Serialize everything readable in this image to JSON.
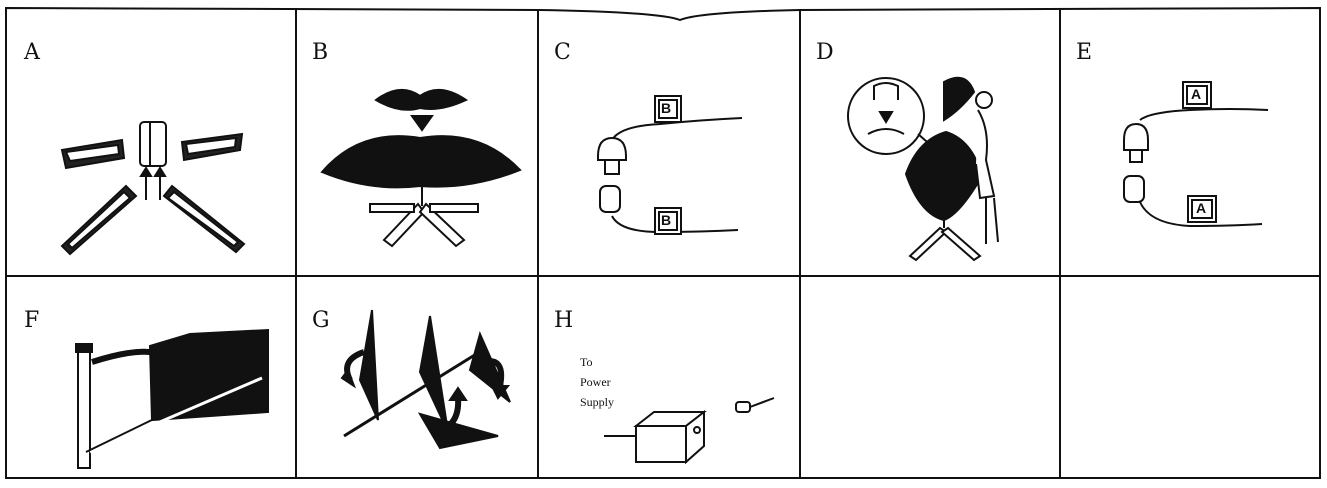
{
  "panels": [
    {
      "letter": "A"
    },
    {
      "letter": "B"
    },
    {
      "letter": "C"
    },
    {
      "letter": "D"
    },
    {
      "letter": "E"
    },
    {
      "letter": "F"
    },
    {
      "letter": "G"
    },
    {
      "letter": "H"
    },
    {
      "letter": ""
    },
    {
      "letter": ""
    }
  ],
  "connector_labels": {
    "panel_c": "B",
    "panel_e": "A"
  },
  "power_caption": [
    "To",
    "Power",
    "Supply"
  ],
  "icons": [
    "tree-stand-assembly-icon",
    "tree-section-insert-icon",
    "light-plug-connector-icon",
    "person-placing-tree-top-icon",
    "plug-connector-icon",
    "branch-hinge-icon",
    "branch-fluffing-icon",
    "power-adapter-icon"
  ],
  "colors": {
    "ink": "#111111",
    "paper": "#ffffff"
  }
}
